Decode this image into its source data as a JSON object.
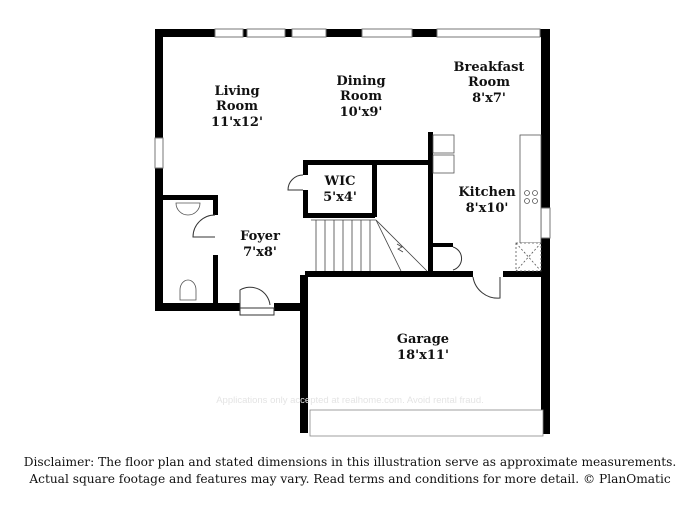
{
  "rooms": [
    {
      "name": "Living Room",
      "line1": "Living",
      "line2": "Room",
      "dims": "11'x12'"
    },
    {
      "name": "Dining Room",
      "line1": "Dining",
      "line2": "Room",
      "dims": "10'x9'"
    },
    {
      "name": "Breakfast Room",
      "line1": "Breakfast",
      "line2": "Room",
      "dims": "8'x7'"
    },
    {
      "name": "WIC",
      "line1": "WIC",
      "dims": "5'x4'"
    },
    {
      "name": "Kitchen",
      "line1": "Kitchen",
      "dims": "8'x10'"
    },
    {
      "name": "Foyer",
      "line1": "Foyer",
      "dims": "7'x8'"
    },
    {
      "name": "Garage",
      "line1": "Garage",
      "dims": "18'x11'"
    }
  ],
  "watermark": "Applications only accepted at realhome.com. Avoid rental fraud.",
  "disclaimer": {
    "line1": "Disclaimer: The floor plan and stated dimensions in this illustration serve as approximate measurements.",
    "line2": "Actual square footage and features may vary. Read terms and conditions for more detail. © PlanOmatic"
  }
}
